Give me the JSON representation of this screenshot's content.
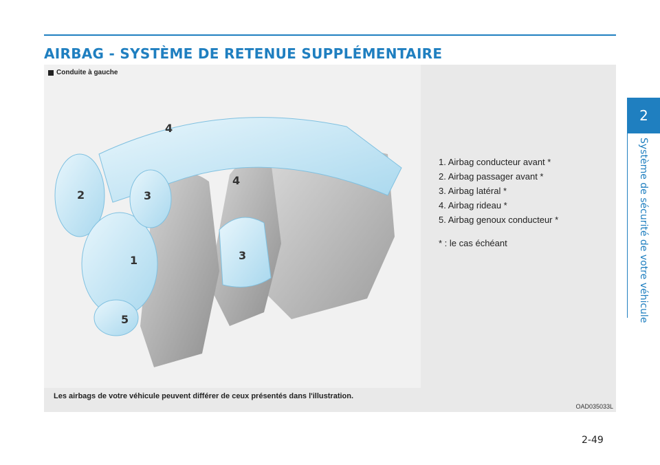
{
  "header": {
    "title": "AIRBAG - SYSTÈME DE RETENUE SUPPLÉMENTAIRE"
  },
  "chapter": {
    "number": "2",
    "title": "Système de sécurité de votre véhicule"
  },
  "figure": {
    "caption": "Conduite à gauche",
    "labels": [
      "4",
      "2",
      "3",
      "4",
      "1",
      "3",
      "5"
    ],
    "code": "OAD035033L",
    "disclaimer": "Les airbags de votre véhicule peuvent différer de ceux présentés dans l'illustration."
  },
  "legend": {
    "items": [
      "1. Airbag conducteur avant *",
      "2. Airbag passager avant *",
      "3. Airbag latéral *",
      "4. Airbag rideau *",
      "5. Airbag genoux conducteur *"
    ],
    "footnote": "* : le cas échéant"
  },
  "page": {
    "number": "2-49"
  },
  "colors": {
    "accent": "#1f7fc0",
    "airbag": "#bfe3f3",
    "seat": "#9a9a9a"
  }
}
